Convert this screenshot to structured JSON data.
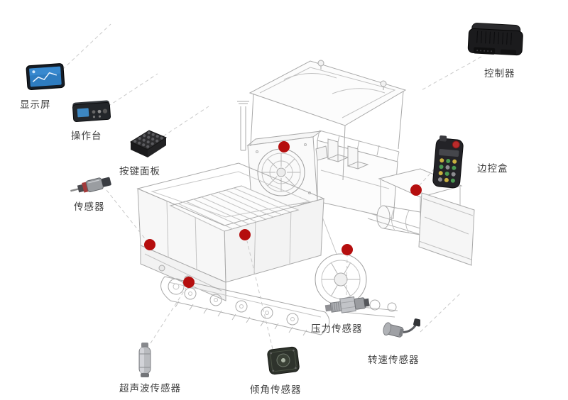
{
  "diagram": {
    "marker_color": "#b50e0e",
    "marker_count": 6,
    "components": [
      {
        "id": "display",
        "label": "显示屏",
        "icon": "display-screen-icon"
      },
      {
        "id": "console",
        "label": "操作台",
        "icon": "console-icon"
      },
      {
        "id": "keypad",
        "label": "按键面板",
        "icon": "keypad-icon"
      },
      {
        "id": "sensor",
        "label": "传感器",
        "icon": "sensor-icon"
      },
      {
        "id": "controller",
        "label": "控制器",
        "icon": "controller-icon"
      },
      {
        "id": "side_control",
        "label": "边控盒",
        "icon": "remote-control-icon"
      },
      {
        "id": "pressure",
        "label": "压力传感器",
        "icon": "pressure-sensor-icon"
      },
      {
        "id": "speed",
        "label": "转速传感器",
        "icon": "speed-sensor-icon"
      },
      {
        "id": "ultrasonic",
        "label": "超声波传感器",
        "icon": "ultrasonic-sensor-icon"
      },
      {
        "id": "tilt",
        "label": "倾角传感器",
        "icon": "tilt-sensor-icon"
      }
    ]
  }
}
